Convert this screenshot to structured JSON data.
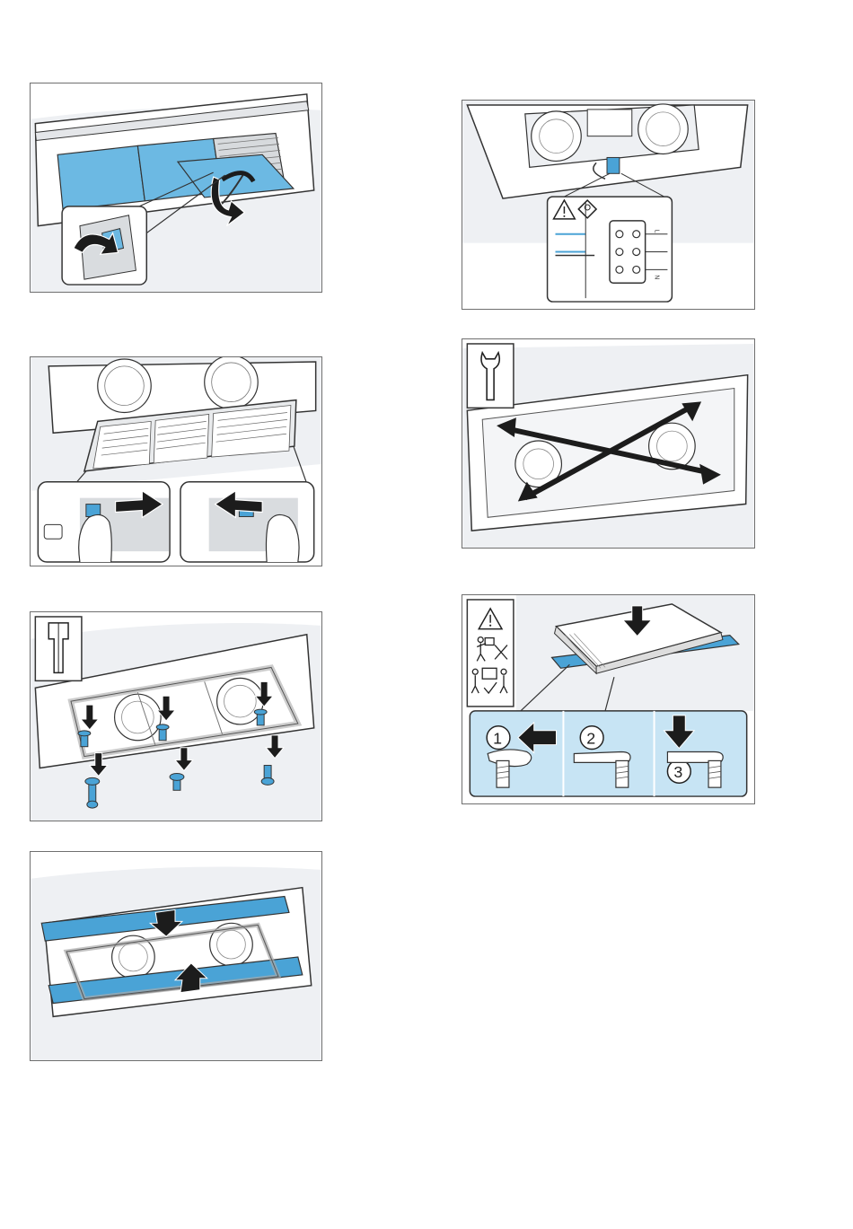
{
  "page": {
    "figures": [
      {
        "id": "fig-remove-grease-filter"
      },
      {
        "id": "fig-remove-fan-cover"
      },
      {
        "id": "fig-unscrew-frame"
      },
      {
        "id": "fig-insert-mounting-rails"
      },
      {
        "id": "fig-electrical-connection"
      },
      {
        "id": "fig-tighten-screws"
      },
      {
        "id": "fig-insert-hob"
      }
    ]
  },
  "step_numbers": {
    "one": "1",
    "two": "2",
    "three": "3"
  },
  "terminal_labels": {
    "L": "L",
    "N": "N"
  },
  "icons": {
    "warning": "warning-triangle-icon",
    "electrician": "electrician-icon",
    "wrench": "wrench-icon",
    "torx": "torx-screwdriver-icon",
    "lift_wrong": "lift-alone-forbidden-icon",
    "lift_right": "lift-two-persons-icon"
  },
  "colors": {
    "accent_blue": "#4aa3d6",
    "light_blue": "#9fd0ea",
    "line": "#333333",
    "frame_border": "#6f6f6f",
    "bg_grey": "#eef0f3"
  }
}
